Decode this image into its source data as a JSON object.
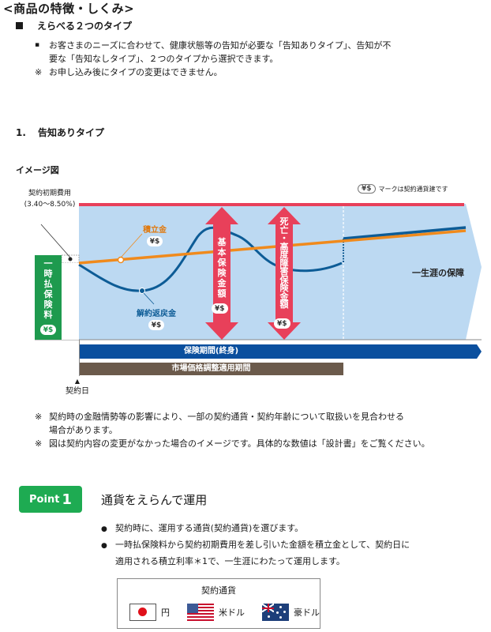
{
  "header": {
    "title": "<商品の特徴・しくみ>",
    "subtitle": "えらべる２つのタイプ"
  },
  "intro": {
    "bullet_line1": "お客さまのニーズに合わせて、健康状態等の告知が必要な「告知ありタイプ」、告知が不",
    "bullet_line2": "要な「告知なしタイプ」、２つのタイプから選択できます。",
    "note": "お申し込み後にタイプの変更はできません。",
    "bullet_mark": "▪",
    "note_mark": "※"
  },
  "section1": {
    "number": "1.",
    "title": "告知ありタイプ"
  },
  "diagram": {
    "label": "イメージ図",
    "initial_fee_label": "契約初期費用",
    "initial_fee_range": "(3.40～8.50%)",
    "legend_pill": "¥$",
    "legend_text": "マークは契約通貨建です",
    "premium_label_chars": [
      "一",
      "時",
      "払",
      "保",
      "険",
      "料"
    ],
    "currency_pill": "¥$",
    "reserve_label": "積立金",
    "surrender_label": "解約返戻金",
    "basic_sum_chars": [
      "基",
      "本",
      "保",
      "険",
      "金",
      "額"
    ],
    "death_sum_chars": [
      "死",
      "亡",
      "・",
      "高",
      "度",
      "障",
      "害",
      "保",
      "険",
      "金",
      "額"
    ],
    "lifetime_label": "一生涯の保障",
    "period_label": "保険期間(終身)",
    "market_adjust_label": "市場価格調整適用期間",
    "contract_day_marker": "▲",
    "contract_day_label": "契約日",
    "colors": {
      "area_fill": "#bcd9f2",
      "top_line": "#e8405a",
      "reserve_line": "#f08a1c",
      "surrender_line": "#0d5c96",
      "arrow": "#e8405a",
      "premium_box": "#1e9a4e",
      "period_bar": "#0a4f9e",
      "market_bar": "#6b5a4b"
    }
  },
  "notes": {
    "note1_line1": "契約時の金融情勢等の影響により、一部の契約通貨・契約年齢について取扱いを見合わせる",
    "note1_line2": "場合があります。",
    "note2": "図は契約内容の変更がなかった場合のイメージです。具体的な数値は「設計書」をご覧ください。",
    "mark": "※"
  },
  "point1": {
    "badge_text": "Point",
    "badge_number": "1",
    "title": "通貨をえらんで運用",
    "bullet1": "契約時に、運用する通貨(契約通貨)を選びます。",
    "bullet2_line1": "一時払保険料から契約初期費用を差し引いた金額を積立金として、契約日に",
    "bullet2_line2": "適用される積立利率＊1で、一生涯にわたって運用します。",
    "bullet_mark": "●"
  },
  "currency_box": {
    "title": "契約通貨",
    "currencies": [
      {
        "flag": "japan-flag",
        "label": "円"
      },
      {
        "flag": "us-flag",
        "label": "米ドル"
      },
      {
        "flag": "australia-flag",
        "label": "豪ドル"
      }
    ]
  }
}
